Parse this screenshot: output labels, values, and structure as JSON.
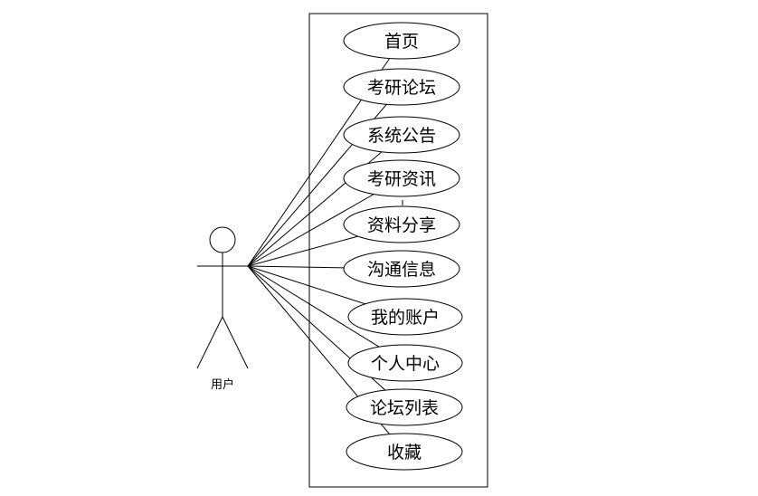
{
  "actor": {
    "label": "用户"
  },
  "use_cases": [
    {
      "label": "首页"
    },
    {
      "label": "考研论坛"
    },
    {
      "label": "系统公告"
    },
    {
      "label": "考研资讯"
    },
    {
      "label": "资料分享"
    },
    {
      "label": "沟通信息"
    },
    {
      "label": "我的账户"
    },
    {
      "label": "个人中心"
    },
    {
      "label": "论坛列表"
    },
    {
      "label": "收藏"
    }
  ],
  "colors": {
    "line": "#000000",
    "background": "#ffffff"
  }
}
